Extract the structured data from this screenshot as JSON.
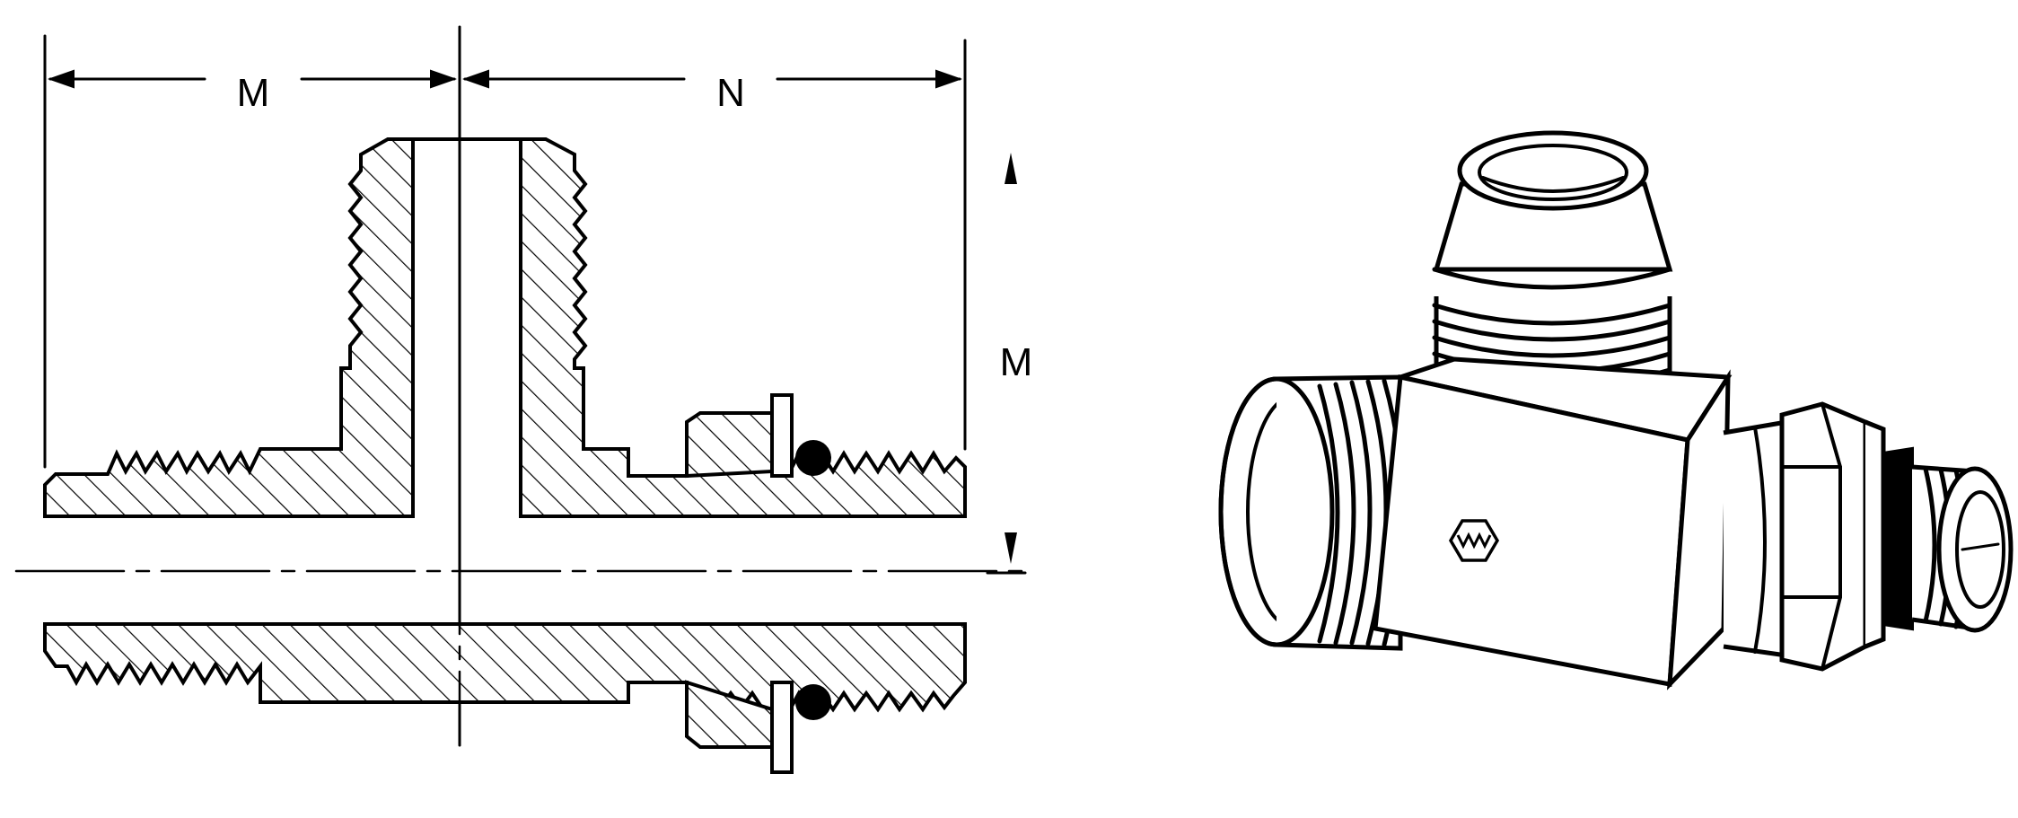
{
  "diagram": {
    "dimension_labels": {
      "left_run": "M",
      "right_run": "N",
      "branch": "M"
    },
    "colors": {
      "ink": "#000000",
      "background": "#ffffff"
    }
  },
  "icons": {
    "manufacturer_mark": "hexagon-logo-icon"
  }
}
